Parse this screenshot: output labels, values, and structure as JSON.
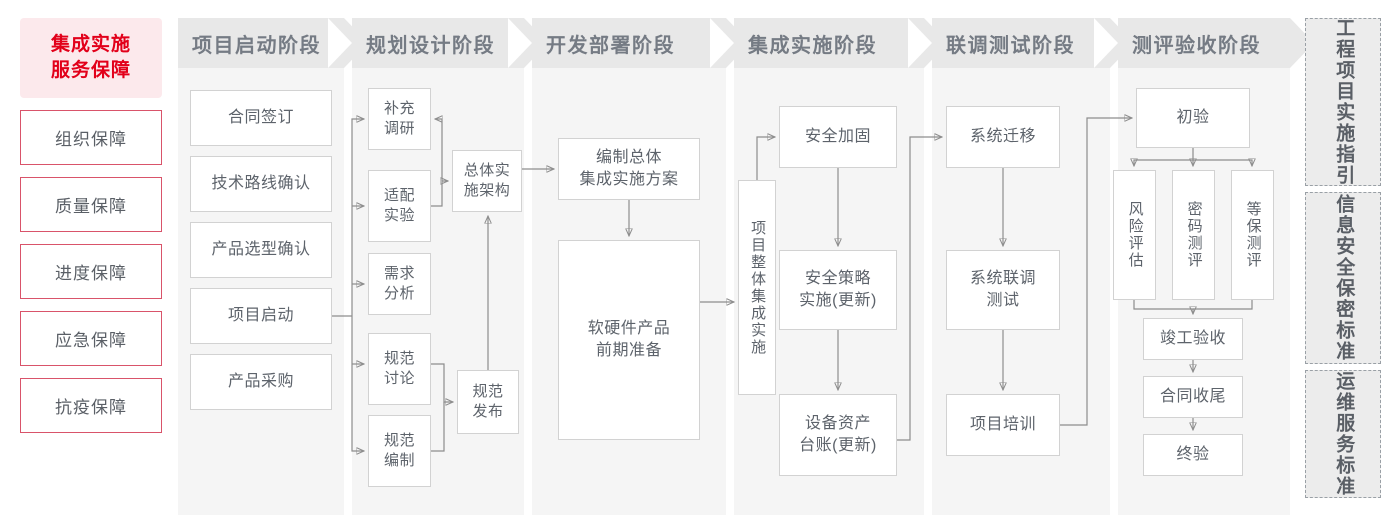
{
  "colors": {
    "brand_red": "#e2001a",
    "hero_bg": "#fce9ec",
    "guarantee_border": "#d9536a",
    "header_bg": "#e8e8e8",
    "column_bg": "#f5f5f5",
    "node_border": "#d2d2d2",
    "text": "#5d636b",
    "connector": "#8d8d8d"
  },
  "left_panel": {
    "hero_line1": "集成实施",
    "hero_line2": "服务保障",
    "guarantees": [
      {
        "label": "组织保障"
      },
      {
        "label": "质量保障"
      },
      {
        "label": "进度保障"
      },
      {
        "label": "应急保障"
      },
      {
        "label": "抗疫保障"
      }
    ]
  },
  "stages": [
    {
      "key": "startup",
      "header": "项目启动阶段",
      "nodes": [
        {
          "label": "合同签订"
        },
        {
          "label": "技术路线确认"
        },
        {
          "label": "产品选型确认"
        },
        {
          "label": "项目启动"
        },
        {
          "label": "产品采购"
        }
      ]
    },
    {
      "key": "planning",
      "header": "规划设计阶段",
      "nodes": [
        {
          "label": "补充\n调研"
        },
        {
          "label": "适配\n实验"
        },
        {
          "label": "需求\n分析"
        },
        {
          "label": "规范\n讨论"
        },
        {
          "label": "规范\n编制"
        },
        {
          "label": "总体实\n施架构"
        },
        {
          "label": "规范\n发布"
        }
      ]
    },
    {
      "key": "development",
      "header": "开发部署阶段",
      "nodes": [
        {
          "label": "编制总体\n集成实施方案"
        },
        {
          "label": "软硬件产品\n前期准备"
        }
      ]
    },
    {
      "key": "integration",
      "header": "集成实施阶段",
      "nodes": [
        {
          "label": "项目整体集成实施"
        },
        {
          "label": "安全加固"
        },
        {
          "label": "安全策略\n实施(更新)"
        },
        {
          "label": "设备资产\n台账(更新)"
        }
      ]
    },
    {
      "key": "jointtest",
      "header": "联调测试阶段",
      "nodes": [
        {
          "label": "系统迁移"
        },
        {
          "label": "系统联调\n测试"
        },
        {
          "label": "项目培训"
        }
      ]
    },
    {
      "key": "acceptance",
      "header": "测评验收阶段",
      "nodes": [
        {
          "label": "初验"
        },
        {
          "label": "风险评估"
        },
        {
          "label": "密码测评"
        },
        {
          "label": "等保测评"
        },
        {
          "label": "竣工验收"
        },
        {
          "label": "合同收尾"
        },
        {
          "label": "终验"
        }
      ]
    }
  ],
  "standards": [
    {
      "label": "工程项目实施指引"
    },
    {
      "label": "信息安全保密标准"
    },
    {
      "label": "运维服务标准"
    }
  ]
}
